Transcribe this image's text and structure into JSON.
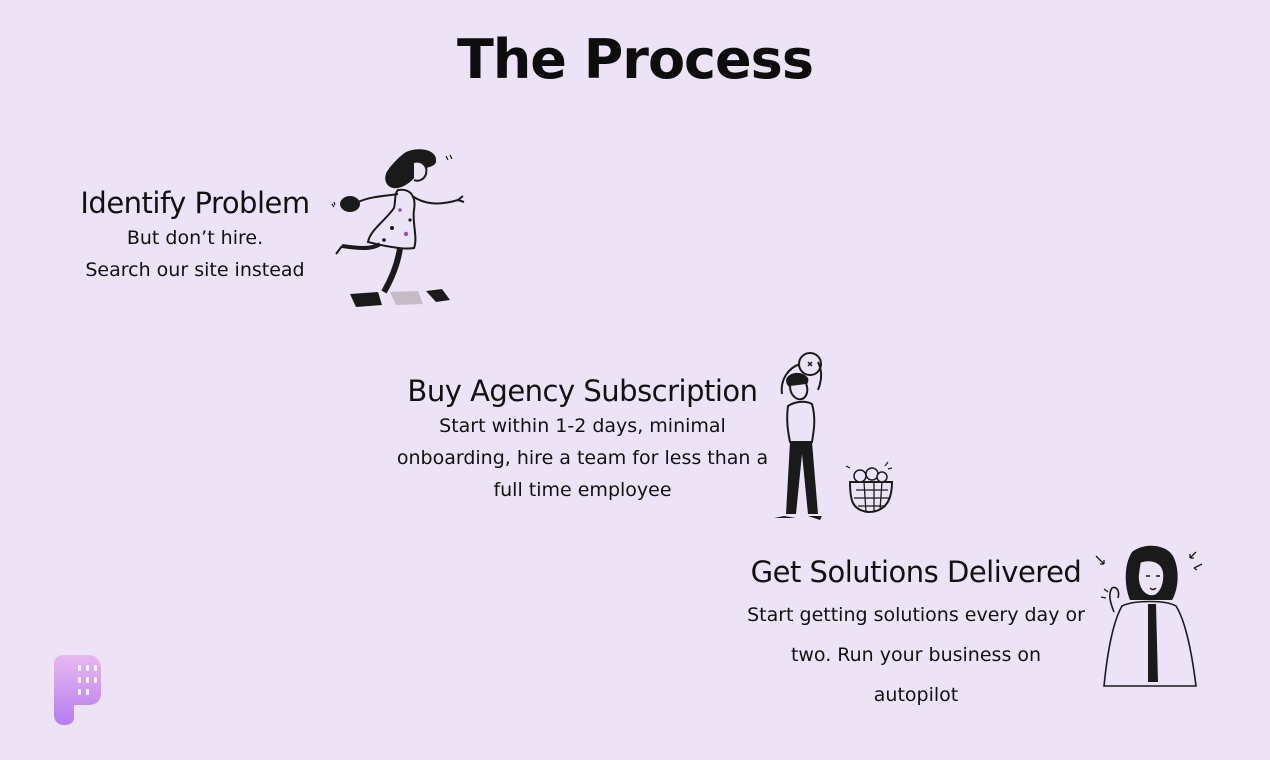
{
  "page": {
    "title": "The Process"
  },
  "steps": [
    {
      "heading": "Identify Problem",
      "lines": [
        "But don’t hire.",
        "Search our site instead"
      ],
      "illustration": "running-woman-illustration"
    },
    {
      "heading": "Buy Agency Subscription",
      "lines": [
        "Start within 1-2 days, minimal",
        "onboarding, hire a team for less than a",
        "full time employee"
      ],
      "illustration": "man-lifting-ball-illustration"
    },
    {
      "heading": "Get Solutions Delivered",
      "lines": [
        "Start getting solutions every day or",
        "two. Run your business on",
        "autopilot"
      ],
      "illustration": "woman-thumbs-up-illustration"
    }
  ],
  "logo": {
    "icon": "brand-p-logo-icon"
  },
  "colors": {
    "background": "#ede3f7",
    "text": "#111111",
    "logo_top": "#e8b8f0",
    "logo_bottom": "#b57cf0"
  }
}
